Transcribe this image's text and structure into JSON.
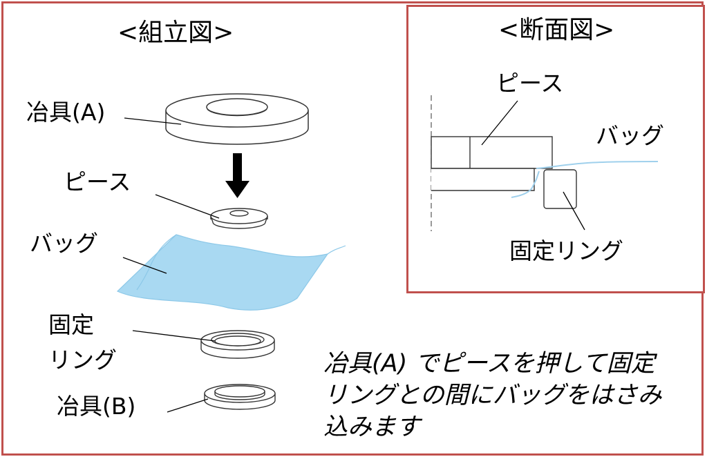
{
  "assembly": {
    "title": "<組立図>",
    "labels": {
      "jig_a": "冶具(A)",
      "piece": "ピース",
      "bag": "バッグ",
      "fixed_ring_line1": "固定",
      "fixed_ring_line2": "リング",
      "jig_b": "冶具(B)"
    }
  },
  "section": {
    "title": "<断面図>",
    "labels": {
      "piece": "ピース",
      "bag": "バッグ",
      "fixed_ring": "固定リング"
    }
  },
  "caption": {
    "line1": "冶具(A) でピースを押して固定",
    "line2": "リングとの間にバッグをはさみ",
    "line3": "込みます"
  },
  "colors": {
    "frame": "#c0504d",
    "bag_fill": "#a9d9f2",
    "bag_line": "#8cc8e8"
  }
}
